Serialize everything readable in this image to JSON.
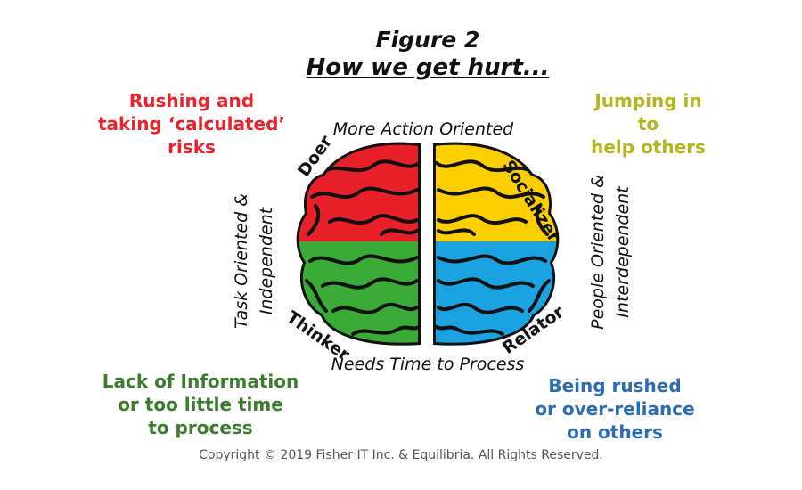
{
  "figure": {
    "label": "Figure 2",
    "subtitle": "How we get hurt..."
  },
  "corners": {
    "top_left": [
      "Rushing and",
      "taking ‘calculated’",
      "risks"
    ],
    "top_right": [
      "Jumping in",
      "to",
      "help others"
    ],
    "bottom_left": [
      "Lack of Information",
      "or too little time",
      "to process"
    ],
    "bottom_right": [
      "Being rushed",
      "or over-reliance",
      "on others"
    ]
  },
  "axes": {
    "top": "More Action Oriented",
    "bottom": "Needs Time to Process",
    "left": [
      "Task Oriented &",
      "Independent"
    ],
    "right": [
      "People Oriented &",
      "Interdependent"
    ]
  },
  "quadrants": {
    "top_left": "Doer",
    "top_right": "Socializer",
    "bottom_left": "Thinker",
    "bottom_right": "Relator"
  },
  "colors": {
    "doer": "#e8202a",
    "socializer": "#fcd000",
    "thinker": "#3aab37",
    "relator": "#1aa3e0"
  },
  "copyright": "Copyright © 2019 Fisher IT Inc. & Equilibria. All Rights Reserved."
}
